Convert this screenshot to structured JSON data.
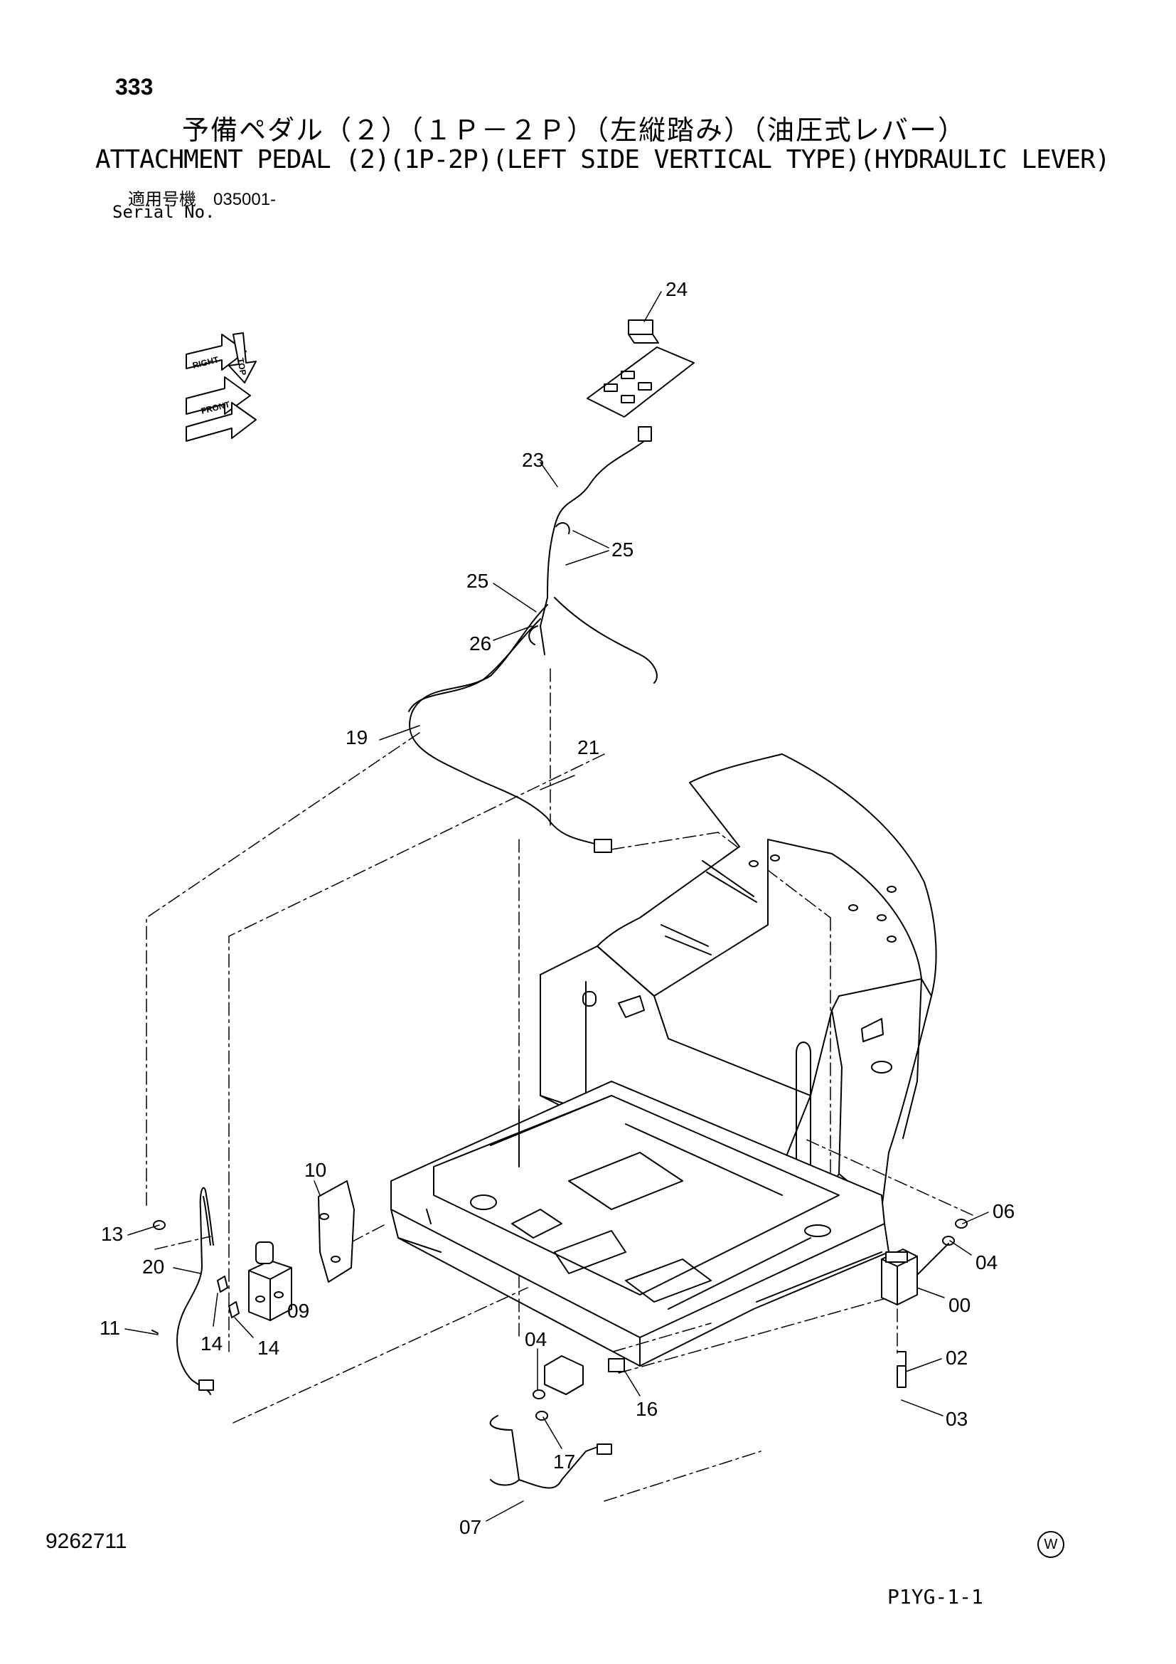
{
  "header": {
    "page_number": "333",
    "title_jp": "予備ペダル（２）（１Ｐ－２Ｐ）（左縦踏み）（油圧式レバー）",
    "title_en": "ATTACHMENT PEDAL (2)(1P-2P)(LEFT SIDE VERTICAL TYPE)(HYDRAULIC LEVER)",
    "serial_jp": "適用号機　035001-",
    "serial_en": "Serial No."
  },
  "orientation": {
    "top": "TOP",
    "right": "RIGHT",
    "front": "FRONT"
  },
  "callouts": {
    "c24": "24",
    "c23": "23",
    "c25a": "25",
    "c25b": "25",
    "c26": "26",
    "c19": "19",
    "c21": "21",
    "c10": "10",
    "c13": "13",
    "c20": "20",
    "c09": "09",
    "c11": "11",
    "c14a": "14",
    "c14b": "14",
    "c06": "06",
    "c04a": "04",
    "c00": "00",
    "c02": "02",
    "c03": "03",
    "c04b": "04",
    "c16": "16",
    "c17": "17",
    "c07": "07"
  },
  "footer": {
    "drawing_number": "9262711",
    "mark": "W",
    "page_ref": "P1YG-1-1"
  }
}
